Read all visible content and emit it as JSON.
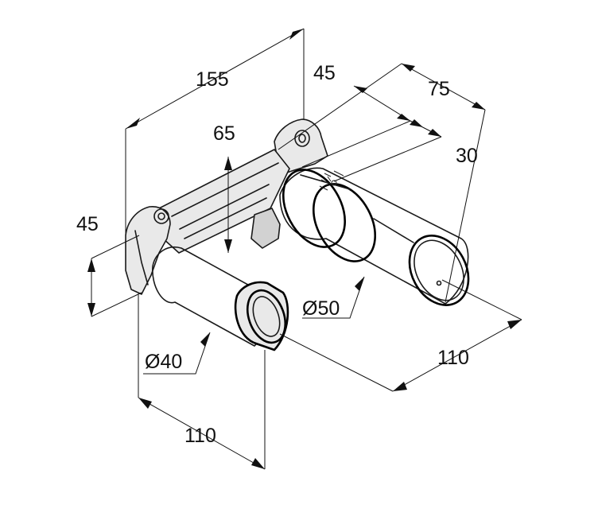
{
  "dimensions": {
    "overall_length": "155",
    "body_height": "65",
    "bracket_height": "45",
    "top_offset": "45",
    "top_depth": "75",
    "sleeve_length": "30",
    "large_diameter": "Ø50",
    "small_diameter": "Ø40",
    "large_outlet_length": "110",
    "small_outlet_length": "110"
  }
}
